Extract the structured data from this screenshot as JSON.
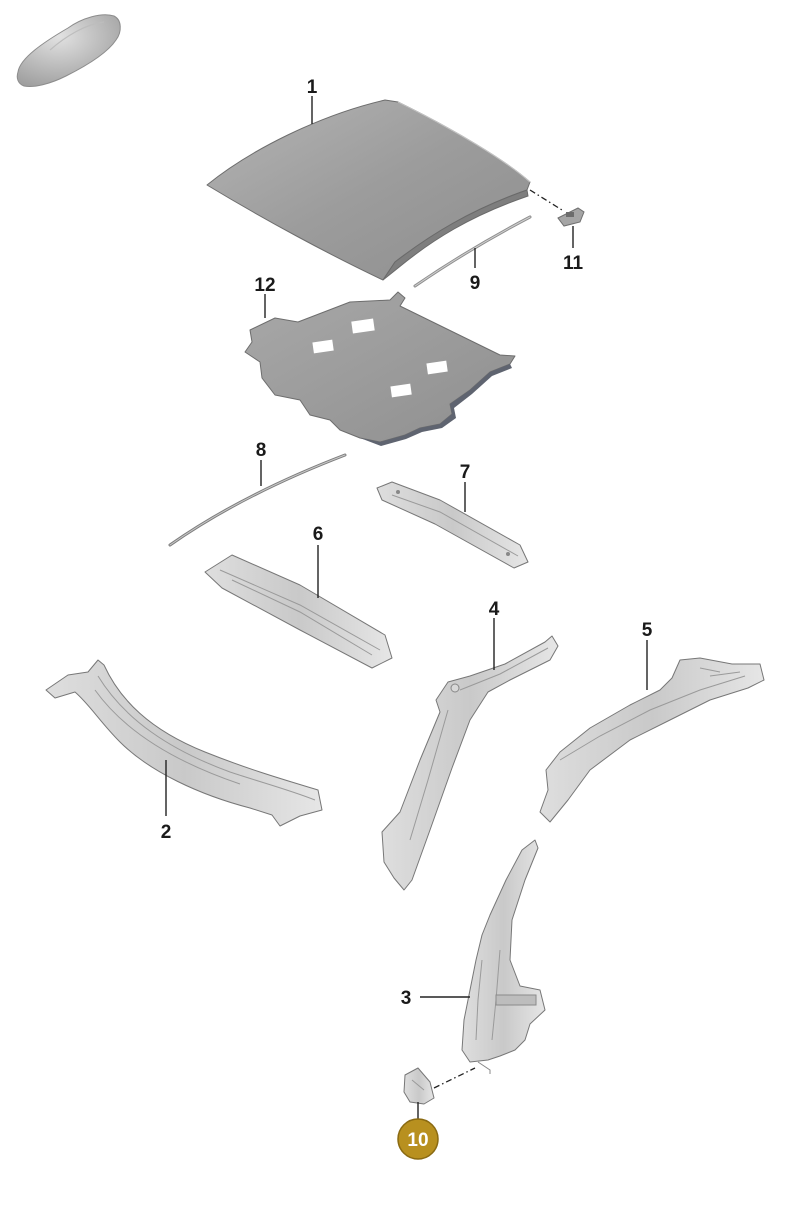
{
  "callouts": [
    {
      "id": "1",
      "label": "1"
    },
    {
      "id": "2",
      "label": "2"
    },
    {
      "id": "3",
      "label": "3"
    },
    {
      "id": "4",
      "label": "4"
    },
    {
      "id": "5",
      "label": "5"
    },
    {
      "id": "6",
      "label": "6"
    },
    {
      "id": "7",
      "label": "7"
    },
    {
      "id": "8",
      "label": "8"
    },
    {
      "id": "9",
      "label": "9"
    },
    {
      "id": "10",
      "label": "10",
      "highlighted": true
    },
    {
      "id": "11",
      "label": "11"
    },
    {
      "id": "12",
      "label": "12"
    }
  ],
  "colors": {
    "highlight": "#b8901f",
    "highlight_ring": "#8a6a12",
    "part_fill": "#9e9e9e",
    "line": "#222222"
  },
  "icons": [
    "car-thumbnail-icon"
  ]
}
